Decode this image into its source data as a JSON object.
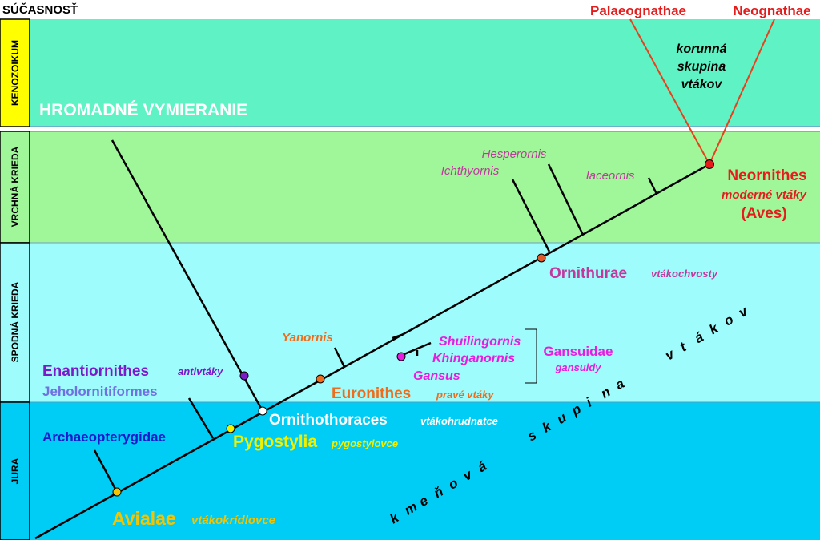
{
  "header": {
    "present_label": "SÚČASNOSŤ"
  },
  "periods": [
    {
      "name": "KENOZOIKUM",
      "color": "#5ef2c4",
      "label_bg": "#ffff00"
    },
    {
      "name": "VRCHNÁ KRIEDA",
      "color": "#a0f79a",
      "label_bg": "#a0f79a"
    },
    {
      "name": "SPODNÁ KRIEDA",
      "color": "#9ffcfc",
      "label_bg": "#9ffcfc"
    },
    {
      "name": "JURA",
      "color": "#00cdf5",
      "label_bg": "#00cdf5"
    }
  ],
  "events": {
    "extinction": "HROMADNÉ VYMIERANIE"
  },
  "crown_group": {
    "line1": "korunná",
    "line2": "skupina",
    "line3": "vtákov",
    "palaeognathae": "Palaeognathae",
    "neognathae": "Neognathae"
  },
  "stem_group_label": [
    "k",
    "m",
    "e",
    "ň",
    "o",
    "v",
    "á",
    "s",
    "k",
    "u",
    "p",
    "i",
    "n",
    "a",
    "v",
    "t",
    "á",
    "k",
    "o",
    "v"
  ],
  "clades": {
    "avialae": {
      "name": "Avialae",
      "common": "vtákokrídlovce",
      "color": "#f5c400"
    },
    "archaeopterygidae": {
      "name": "Archaeopterygidae",
      "color": "#1a1acc"
    },
    "jeholornitiformes": {
      "name": "Jeholornitiformes",
      "color": "#7070e0"
    },
    "pygostylia": {
      "name": "Pygostylia",
      "common": "pygostylovce",
      "color": "#f0f000"
    },
    "ornithothoraces": {
      "name": "Ornithothoraces",
      "common": "vtákohrudnatce",
      "color": "#ffffff"
    },
    "enantiornithes": {
      "name": "Enantiornithes",
      "common": "antivtáky",
      "color": "#7a1ac8"
    },
    "euronithes": {
      "name": "Euronithes",
      "common": "pravé vtáky",
      "color": "#ee6c1c"
    },
    "yanornis": {
      "name": "Yanornis",
      "color": "#ee6c1c"
    },
    "shuilingornis": {
      "name": "Shuilingornis",
      "color": "#e81ce0"
    },
    "khinganornis": {
      "name": "Khinganornis",
      "color": "#e81ce0"
    },
    "gansus": {
      "name": "Gansus",
      "color": "#e81ce0"
    },
    "gansuidae": {
      "name": "Gansuidae",
      "common": "gansuidy",
      "color": "#e81ce0"
    },
    "ornithurae": {
      "name": "Ornithurae",
      "common": "vtákochvosty",
      "color": "#c03a9e"
    },
    "hesperornis": {
      "name": "Hesperornis",
      "color": "#c03a9e"
    },
    "ichthyornis": {
      "name": "Ichthyornis",
      "color": "#c03a9e"
    },
    "iaceornis": {
      "name": "Iaceornis",
      "color": "#c03a9e"
    },
    "neornithes": {
      "name": "Neornithes",
      "common": "moderné vtáky",
      "aves": "(Aves)",
      "color": "#e41c1c"
    }
  },
  "colors": {
    "crown_line": "#e8401c",
    "tree_line": "#000000"
  }
}
